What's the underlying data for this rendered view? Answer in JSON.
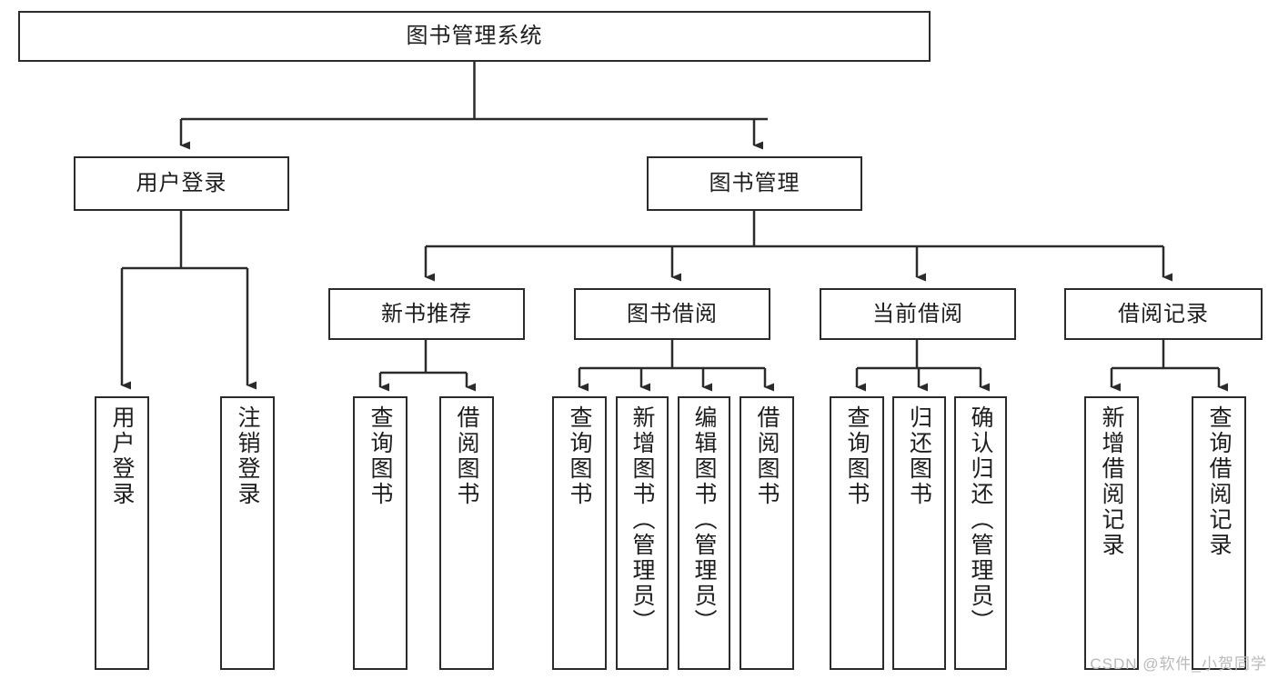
{
  "diagram": {
    "kind": "tree-hierarchy-chart",
    "title": "图书管理系统",
    "stroke_color": "#2b2b2b",
    "background_color": "#ffffff",
    "text_color": "#1d1d1d",
    "watermark": "CSDN @软件_小贺同学",
    "levels": {
      "root": {
        "label": "图书管理系统"
      },
      "level2": [
        {
          "label": "用户登录"
        },
        {
          "label": "图书管理"
        }
      ],
      "level3": [
        {
          "label": "新书推荐"
        },
        {
          "label": "图书借阅"
        },
        {
          "label": "当前借阅"
        },
        {
          "label": "借阅记录"
        }
      ],
      "leaves": {
        "user_login": [
          {
            "label": "用户登录"
          },
          {
            "label": "注销登录"
          }
        ],
        "new_book_recommend": [
          {
            "label": "查询图书"
          },
          {
            "label": "借阅图书"
          }
        ],
        "book_borrow": [
          {
            "label": "查询图书"
          },
          {
            "label": "新增图书（管理员）"
          },
          {
            "label": "编辑图书（管理员）"
          },
          {
            "label": "借阅图书"
          }
        ],
        "current_borrow": [
          {
            "label": "查询图书"
          },
          {
            "label": "归还图书"
          },
          {
            "label": "确认归还（管理员）"
          }
        ],
        "borrow_record": [
          {
            "label": "新增借阅记录"
          },
          {
            "label": "查询借阅记录"
          }
        ]
      }
    }
  }
}
